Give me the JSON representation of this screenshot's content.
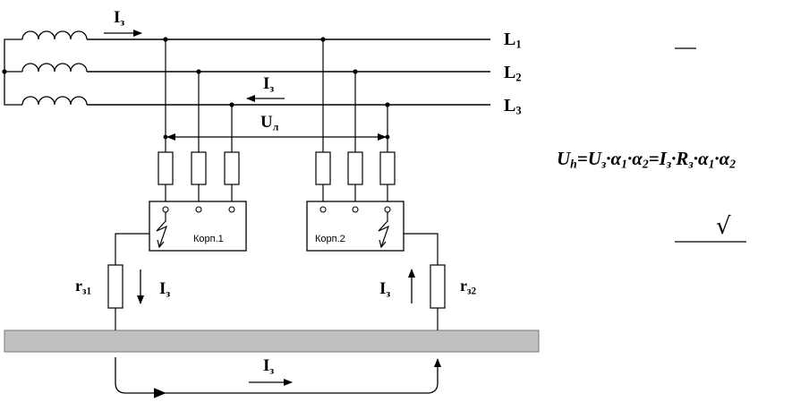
{
  "phases": [
    {
      "label": "L",
      "index": "1"
    },
    {
      "label": "L",
      "index": "2"
    },
    {
      "label": "L",
      "index": "3"
    }
  ],
  "currents": {
    "top": {
      "main": "I",
      "sub": "з"
    },
    "phase3": {
      "main": "I",
      "sub": "з"
    },
    "r1": {
      "main": "I",
      "sub": "з"
    },
    "r2": {
      "main": "I",
      "sub": "з"
    },
    "ground": {
      "main": "I",
      "sub": "з"
    }
  },
  "voltage": {
    "main": "U",
    "sub": "л"
  },
  "resistors": [
    {
      "main": "r",
      "sub": "з1"
    },
    {
      "main": "r",
      "sub": "з2"
    }
  ],
  "enclosures": [
    "Корп.1",
    "Корп.2"
  ],
  "formula": {
    "terms": [
      {
        "t": "U",
        "s": "h"
      },
      {
        "t": "=U",
        "s": "з"
      },
      {
        "t": "·α",
        "s": "1"
      },
      {
        "t": "·α",
        "s": "2"
      },
      {
        "t": "=I",
        "s": "з"
      },
      {
        "t": "·R",
        "s": "з"
      },
      {
        "t": "·α",
        "s": "1"
      },
      {
        "t": "·α",
        "s": "2"
      }
    ]
  }
}
